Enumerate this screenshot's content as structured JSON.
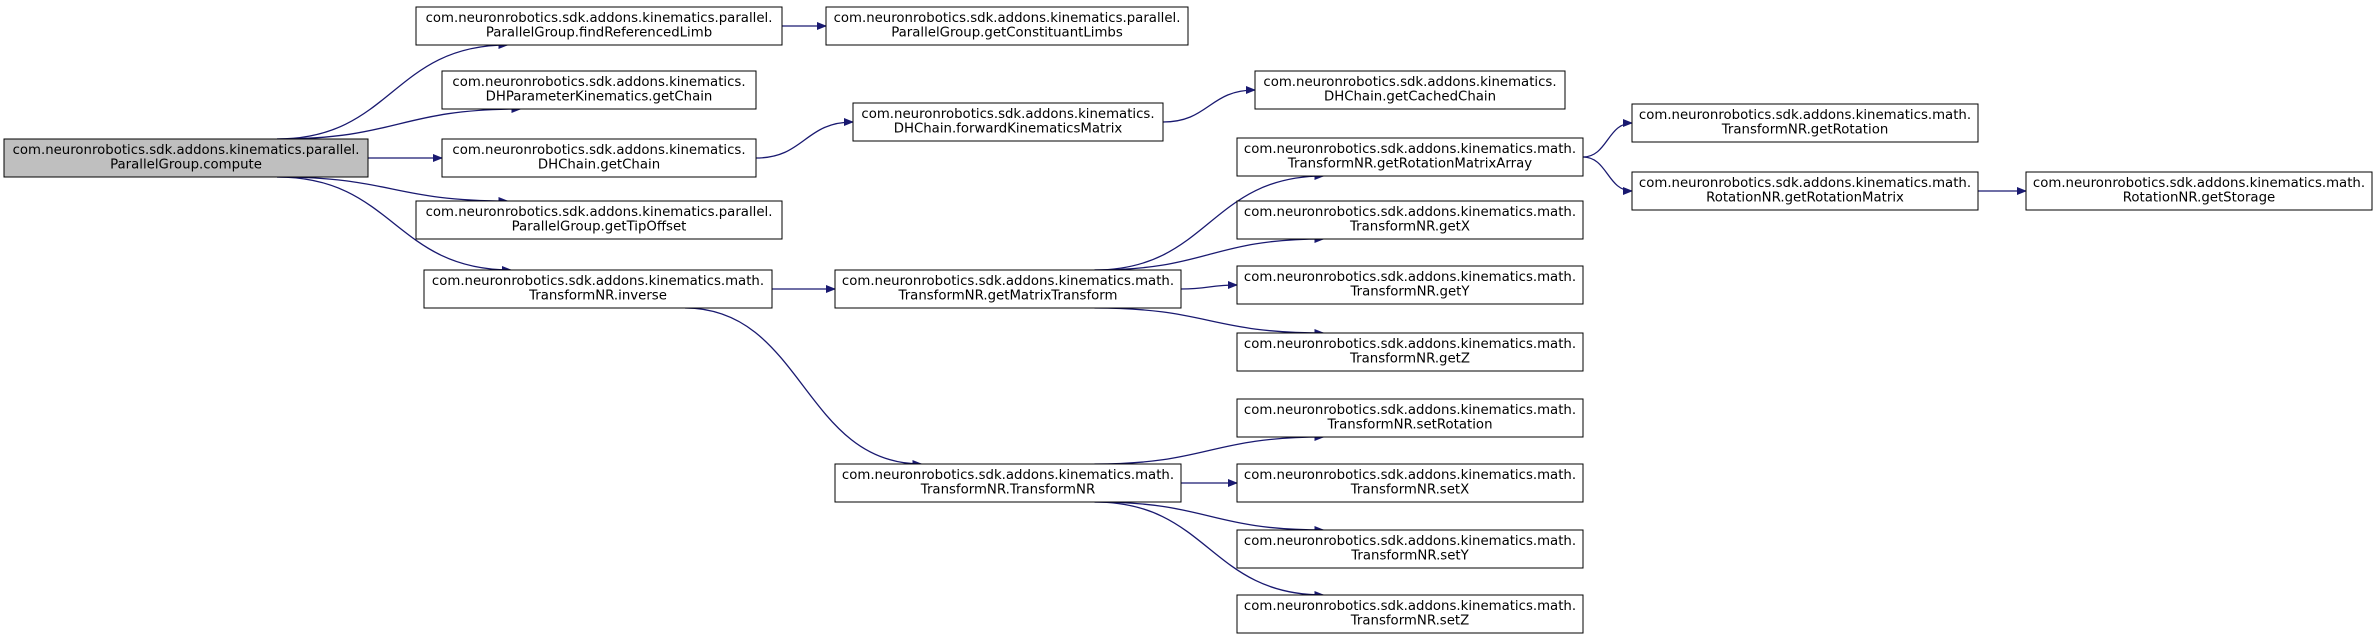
{
  "colors": {
    "edge": "#191970",
    "node_border": "#000000",
    "node_fill": "#ffffff",
    "root_fill": "#bfbfbf"
  },
  "nodes": {
    "compute": [
      "com.neuronrobotics.sdk.addons.kinematics.parallel.",
      "ParallelGroup.compute"
    ],
    "findReferencedLimb": [
      "com.neuronrobotics.sdk.addons.kinematics.parallel.",
      "ParallelGroup.findReferencedLimb"
    ],
    "getConstituantLimbs": [
      "com.neuronrobotics.sdk.addons.kinematics.parallel.",
      "ParallelGroup.getConstituantLimbs"
    ],
    "dhParamGetChain": [
      "com.neuronrobotics.sdk.addons.kinematics.",
      "DHParameterKinematics.getChain"
    ],
    "dhChainGetChain": [
      "com.neuronrobotics.sdk.addons.kinematics.",
      "DHChain.getChain"
    ],
    "forwardKinematicsMatrix": [
      "com.neuronrobotics.sdk.addons.kinematics.",
      "DHChain.forwardKinematicsMatrix"
    ],
    "getCachedChain": [
      "com.neuronrobotics.sdk.addons.kinematics.",
      "DHChain.getCachedChain"
    ],
    "getTipOffset": [
      "com.neuronrobotics.sdk.addons.kinematics.parallel.",
      "ParallelGroup.getTipOffset"
    ],
    "inverse": [
      "com.neuronrobotics.sdk.addons.kinematics.math.",
      "TransformNR.inverse"
    ],
    "getMatrixTransform": [
      "com.neuronrobotics.sdk.addons.kinematics.math.",
      "TransformNR.getMatrixTransform"
    ],
    "getRotationMatrixArray": [
      "com.neuronrobotics.sdk.addons.kinematics.math.",
      "TransformNR.getRotationMatrixArray"
    ],
    "getRotation": [
      "com.neuronrobotics.sdk.addons.kinematics.math.",
      "TransformNR.getRotation"
    ],
    "getRotationMatrix": [
      "com.neuronrobotics.sdk.addons.kinematics.math.",
      "RotationNR.getRotationMatrix"
    ],
    "getStorage": [
      "com.neuronrobotics.sdk.addons.kinematics.math.",
      "RotationNR.getStorage"
    ],
    "getX": [
      "com.neuronrobotics.sdk.addons.kinematics.math.",
      "TransformNR.getX"
    ],
    "getY": [
      "com.neuronrobotics.sdk.addons.kinematics.math.",
      "TransformNR.getY"
    ],
    "getZ": [
      "com.neuronrobotics.sdk.addons.kinematics.math.",
      "TransformNR.getZ"
    ],
    "transformNR": [
      "com.neuronrobotics.sdk.addons.kinematics.math.",
      "TransformNR.TransformNR"
    ],
    "setRotation": [
      "com.neuronrobotics.sdk.addons.kinematics.math.",
      "TransformNR.setRotation"
    ],
    "setX": [
      "com.neuronrobotics.sdk.addons.kinematics.math.",
      "TransformNR.setX"
    ],
    "setY": [
      "com.neuronrobotics.sdk.addons.kinematics.math.",
      "TransformNR.setY"
    ],
    "setZ": [
      "com.neuronrobotics.sdk.addons.kinematics.math.",
      "TransformNR.setZ"
    ]
  },
  "edges": [
    [
      "compute",
      "findReferencedLimb"
    ],
    [
      "compute",
      "dhParamGetChain"
    ],
    [
      "compute",
      "dhChainGetChain"
    ],
    [
      "compute",
      "getTipOffset"
    ],
    [
      "compute",
      "inverse"
    ],
    [
      "findReferencedLimb",
      "getConstituantLimbs"
    ],
    [
      "dhChainGetChain",
      "forwardKinematicsMatrix"
    ],
    [
      "forwardKinematicsMatrix",
      "getCachedChain"
    ],
    [
      "inverse",
      "getMatrixTransform"
    ],
    [
      "inverse",
      "transformNR"
    ],
    [
      "getMatrixTransform",
      "getRotationMatrixArray"
    ],
    [
      "getMatrixTransform",
      "getX"
    ],
    [
      "getMatrixTransform",
      "getY"
    ],
    [
      "getMatrixTransform",
      "getZ"
    ],
    [
      "getRotationMatrixArray",
      "getRotation"
    ],
    [
      "getRotationMatrixArray",
      "getRotationMatrix"
    ],
    [
      "getRotationMatrix",
      "getStorage"
    ],
    [
      "transformNR",
      "setRotation"
    ],
    [
      "transformNR",
      "setX"
    ],
    [
      "transformNR",
      "setY"
    ],
    [
      "transformNR",
      "setZ"
    ]
  ]
}
